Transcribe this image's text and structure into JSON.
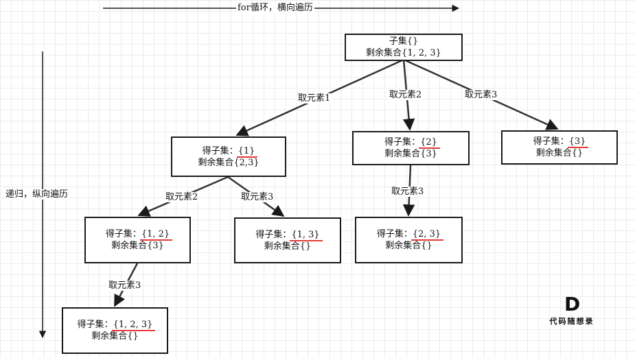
{
  "axes": {
    "horizontal_label": "for循环，横向遍历",
    "vertical_label": "递归，纵向遍历"
  },
  "nodes": {
    "root": {
      "line1": "子集{}",
      "line2": "剩余集合{1, 2, 3}"
    },
    "n1": {
      "prefix": "得子集：",
      "set": "{1}",
      "line2": "剩余集合{2,3}"
    },
    "n2": {
      "prefix": "得子集：",
      "set": "{2}",
      "line2": "剩余集合{3}"
    },
    "n3": {
      "prefix": "得子集：",
      "set": "{3}",
      "line2": "剩余集合{}"
    },
    "n12": {
      "prefix": "得子集：",
      "set": "{1, 2}",
      "line2": "剩余集合{3}"
    },
    "n13": {
      "prefix": "得子集：",
      "set": "{1, 3}",
      "line2": "剩余集合{}"
    },
    "n23": {
      "prefix": "得子集：",
      "set": "{2, 3}",
      "line2": "剩余集合{}"
    },
    "n123": {
      "prefix": "得子集：",
      "set": "{1, 2, 3}",
      "line2": "剩余集合{}"
    }
  },
  "edges": {
    "root_n1": "取元素1",
    "root_n2": "取元素2",
    "root_n3": "取元素3",
    "n1_n12": "取元素2",
    "n1_n13": "取元素3",
    "n2_n23": "取元素3",
    "n12_n123": "取元素3"
  },
  "logo": {
    "mark": "D",
    "text": "代码随想录"
  },
  "colors": {
    "box_border": "#1a1a1a",
    "underline": "#e53935",
    "grid": "#ececec"
  }
}
